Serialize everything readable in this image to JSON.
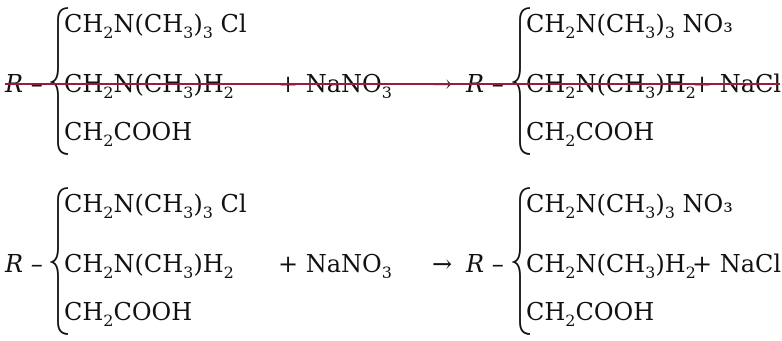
{
  "strike_color": "#9b1b3b",
  "equations": [
    {
      "struck": true,
      "lhs": {
        "prefix": "R –",
        "rows": [
          [
            "CH",
            "2",
            "N(CH",
            "3",
            ")",
            "3",
            " Cl"
          ],
          [
            "CH",
            "2",
            "N(CH",
            "3",
            ")H",
            "2",
            ""
          ],
          [
            "CH",
            "2",
            "COOH",
            "",
            "",
            "",
            ""
          ]
        ]
      },
      "reagent": "+ NaNO",
      "reagent_sub": "3",
      "arrow": "→",
      "rhs": {
        "prefix": "R –",
        "rows": [
          [
            "CH",
            "2",
            "N(CH",
            "3",
            ")",
            "3",
            " NO₃"
          ],
          [
            "CH",
            "2",
            "N(CH",
            "3",
            ")H",
            "2",
            ""
          ],
          [
            "CH",
            "2",
            "COOH",
            "",
            "",
            "",
            ""
          ]
        ]
      },
      "product": "+ NaCl"
    },
    {
      "struck": false,
      "lhs": {
        "prefix": "R –",
        "rows": [
          [
            "CH",
            "2",
            "N(CH",
            "3",
            ")",
            "3",
            " Cl"
          ],
          [
            "CH",
            "2",
            "N(CH",
            "3",
            ")H",
            "2",
            ""
          ],
          [
            "CH",
            "2",
            "COOH",
            "",
            "",
            "",
            ""
          ]
        ]
      },
      "reagent": "+ NaNO",
      "reagent_sub": "3",
      "arrow": "→",
      "rhs": {
        "prefix": "R –",
        "rows": [
          [
            "CH",
            "2",
            "N(CH",
            "3",
            ")",
            "3",
            " NO₃"
          ],
          [
            "CH",
            "2",
            "N(CH",
            "3",
            ")H",
            "2",
            ""
          ],
          [
            "CH",
            "2",
            "COOH",
            "",
            "",
            "",
            ""
          ]
        ]
      },
      "product": "+ NaCl"
    }
  ]
}
